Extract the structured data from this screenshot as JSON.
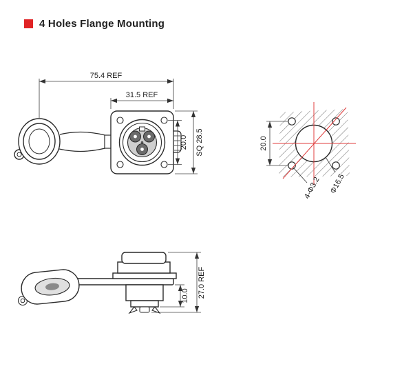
{
  "header": {
    "title": "4 Holes Flange Mounting"
  },
  "colors": {
    "accent_red": "#e02325",
    "centerline_red": "#e03c3c",
    "line": "#2b2b2b"
  },
  "front_view": {
    "dim_total_width": "75.4 REF",
    "dim_flange_width": "31.5 REF",
    "dim_hole_pitch": "20.0",
    "dim_square": "SQ 28.5"
  },
  "mounting_view": {
    "dim_hole_pitch": "20.0",
    "label_mounting_holes": "4-Φ3.2",
    "label_center_hole": "Φ16.5"
  },
  "side_view": {
    "dim_panel_depth": "10.0",
    "dim_total_depth": "27.0 REF"
  }
}
